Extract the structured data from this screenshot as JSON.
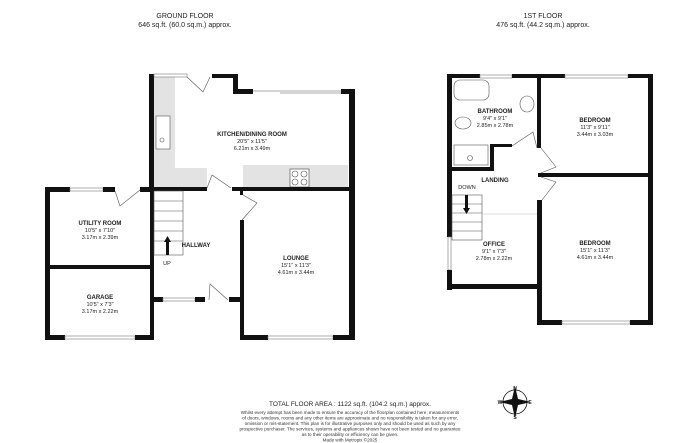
{
  "ground_floor": {
    "title": "GROUND FLOOR",
    "area": "646 sq.ft. (60.0 sq.m.) approx.",
    "rooms": [
      {
        "name": "KITCHEN/DINING ROOM",
        "imperial": "20'5\" x 11'5\"",
        "metric": "6.21m x 3.49m"
      },
      {
        "name": "UTILITY ROOM",
        "imperial": "10'5\" x 7'10\"",
        "metric": "3.17m x 2.39m"
      },
      {
        "name": "GARAGE",
        "imperial": "10'5\" x 7'3\"",
        "metric": "3.17m x 2.22m"
      },
      {
        "name": "LOUNGE",
        "imperial": "15'1\" x 11'3\"",
        "metric": "4.61m x 3.44m"
      }
    ],
    "hallway": "HALLWAY",
    "stairs_label": "UP"
  },
  "first_floor": {
    "title": "1ST FLOOR",
    "area": "476 sq.ft. (44.2 sq.m.) approx.",
    "rooms": [
      {
        "name": "BATHROOM",
        "imperial": "9'4\" x 9'1\"",
        "metric": "2.85m x 2.78m"
      },
      {
        "name": "BEDROOM",
        "imperial": "11'3\" x 9'11\"",
        "metric": "3.44m x 3.03m"
      },
      {
        "name": "OFFICE",
        "imperial": "9'1\" x 7'3\"",
        "metric": "2.78m x 2.22m"
      },
      {
        "name": "BEDROOM",
        "imperial": "15'1\" x 11'3\"",
        "metric": "4.61m x 3.44m"
      }
    ],
    "landing": "LANDING",
    "stairs_label": "DOWN"
  },
  "footer": {
    "total": "TOTAL FLOOR AREA : 1122 sq.ft. (104.2 sq.m.) approx.",
    "disclaimer": [
      "Whilst every attempt has been made to ensure the accuracy of the floorplan contained here, measurements",
      "of doors, windows, rooms and any other items are approximate and no responsibility is taken for any error,",
      "omission or mis-statement. This plan is for illustrative purposes only and should be used as such by any",
      "prospective purchaser. The services, systems and appliances shown have not been tested and no guarantee",
      "as to their operability or efficiency can be given."
    ],
    "credit": "Made with Metropix ©2025"
  },
  "compass": {
    "n": "N",
    "s": "S",
    "e": "E",
    "w": "W"
  }
}
